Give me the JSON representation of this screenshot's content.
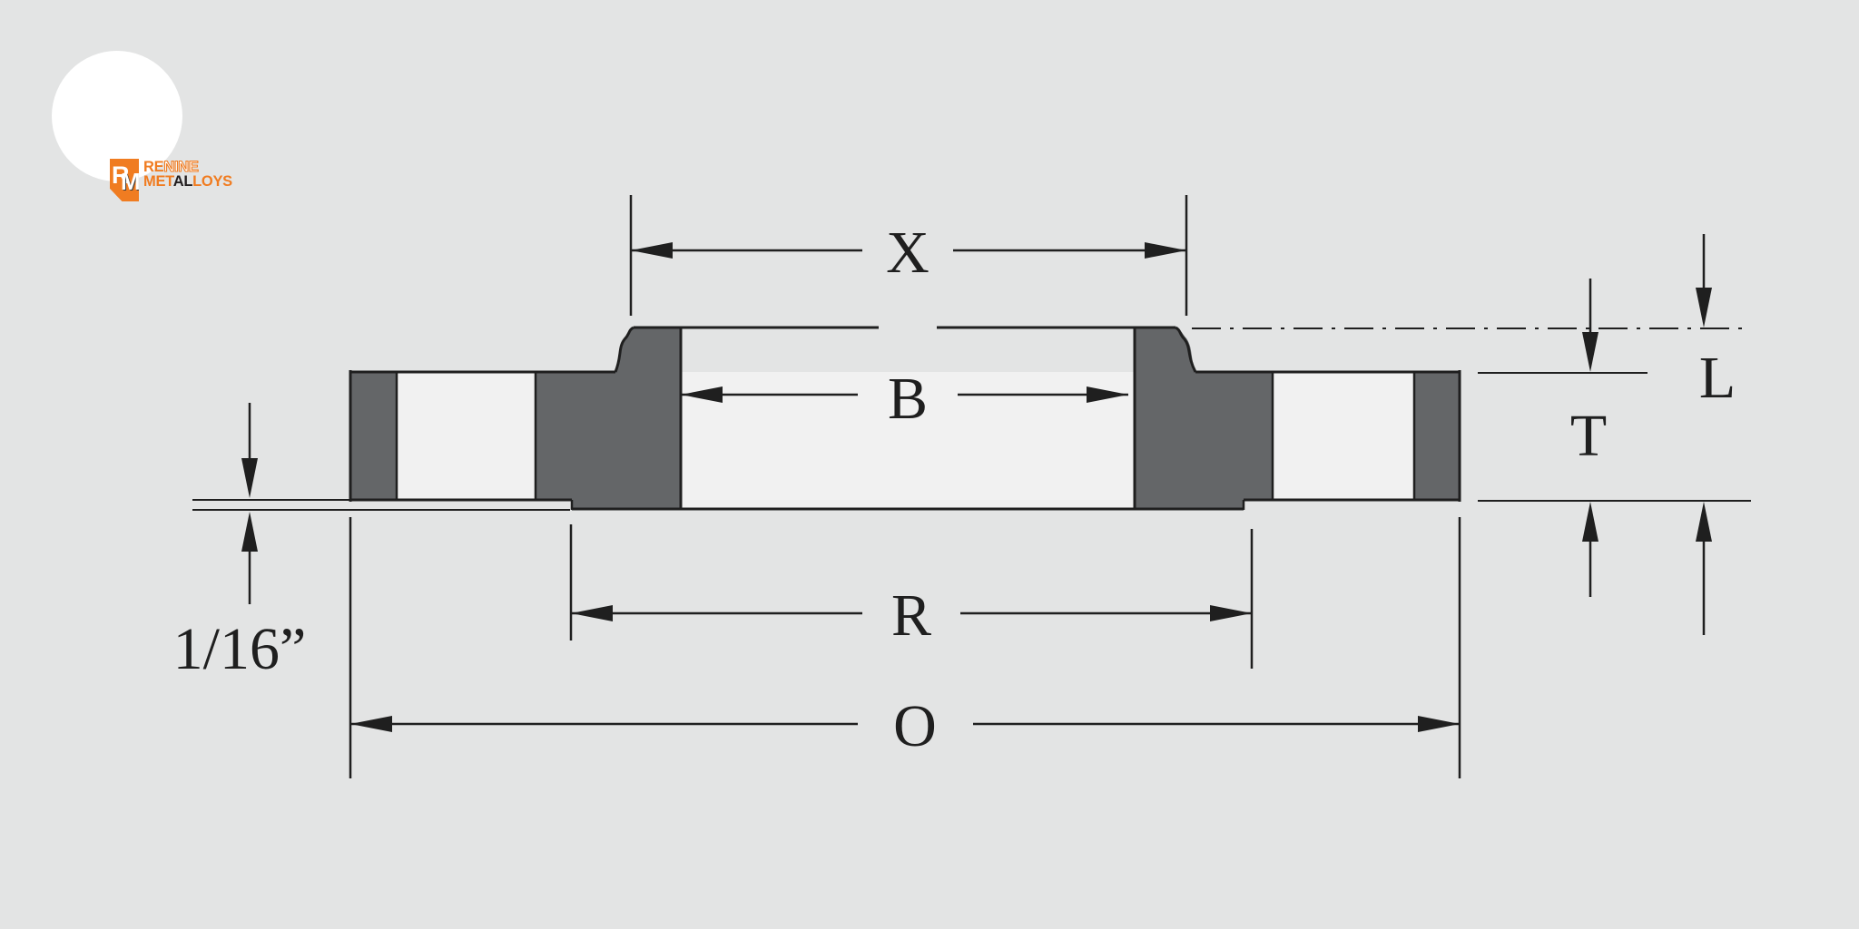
{
  "page": {
    "background_color": "#e3e4e4"
  },
  "logo": {
    "monogram_r": "R",
    "monogram_m": "M",
    "wordmark_line1_part1": "RE",
    "wordmark_line1_part2": "NINE",
    "wordmark_line2_part1": "MET",
    "wordmark_line2_part2": "AL",
    "wordmark_line2_part3": "LOYS",
    "accent_color": "#f07c21",
    "dark_color": "#231f20",
    "circle_color": "#ffffff"
  },
  "diagram": {
    "type": "threaded-flange-cross-section-drawing",
    "labels": {
      "hub_diameter": "X",
      "bore_diameter": "B",
      "length_through_hub": "L",
      "flange_thickness": "T",
      "raised_face_diameter": "R",
      "outside_diameter": "O",
      "raised_face_height": "1/16”"
    },
    "colors": {
      "section_fill": "#646668",
      "line_color": "#1f1f1f",
      "open_area_fill": "#f1f1f1",
      "background": "#e3e4e4"
    }
  }
}
